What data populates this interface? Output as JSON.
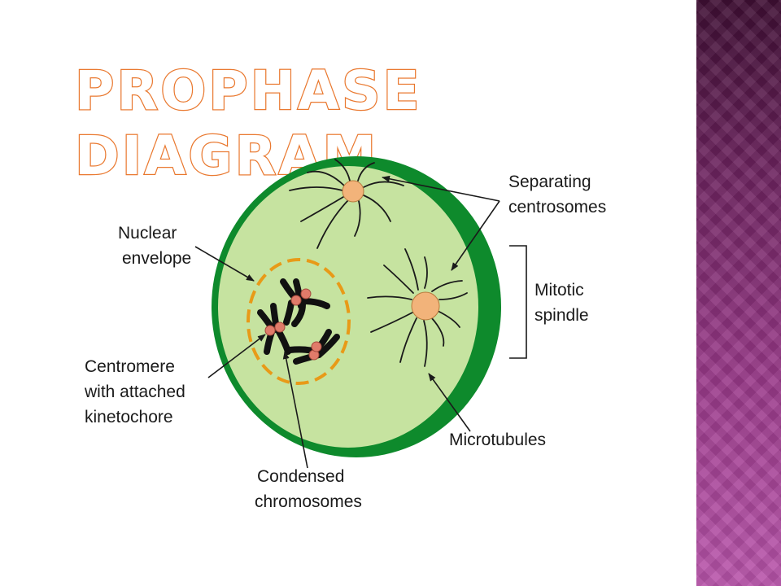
{
  "title": "Prophase Diagram",
  "labels": {
    "separating_centrosomes": [
      "Separating",
      "centrosomes"
    ],
    "nuclear_envelope": [
      "Nuclear",
      "envelope"
    ],
    "mitotic_spindle": [
      "Mitotic",
      "spindle"
    ],
    "centromere": [
      "Centromere",
      "with attached",
      "kinetochore"
    ],
    "microtubules": [
      "Microtubules"
    ],
    "condensed_chromosomes": [
      "Condensed",
      "chromosomes"
    ]
  },
  "colors": {
    "cell_wall": "#0e8a2c",
    "cytoplasm": "#c6e3a0",
    "nuclear_envelope": "#e89a18",
    "centrosome": "#f2b37a",
    "chromosome": "#111111",
    "centromere": "#e07b6a",
    "title_outline": "#e8742a"
  }
}
